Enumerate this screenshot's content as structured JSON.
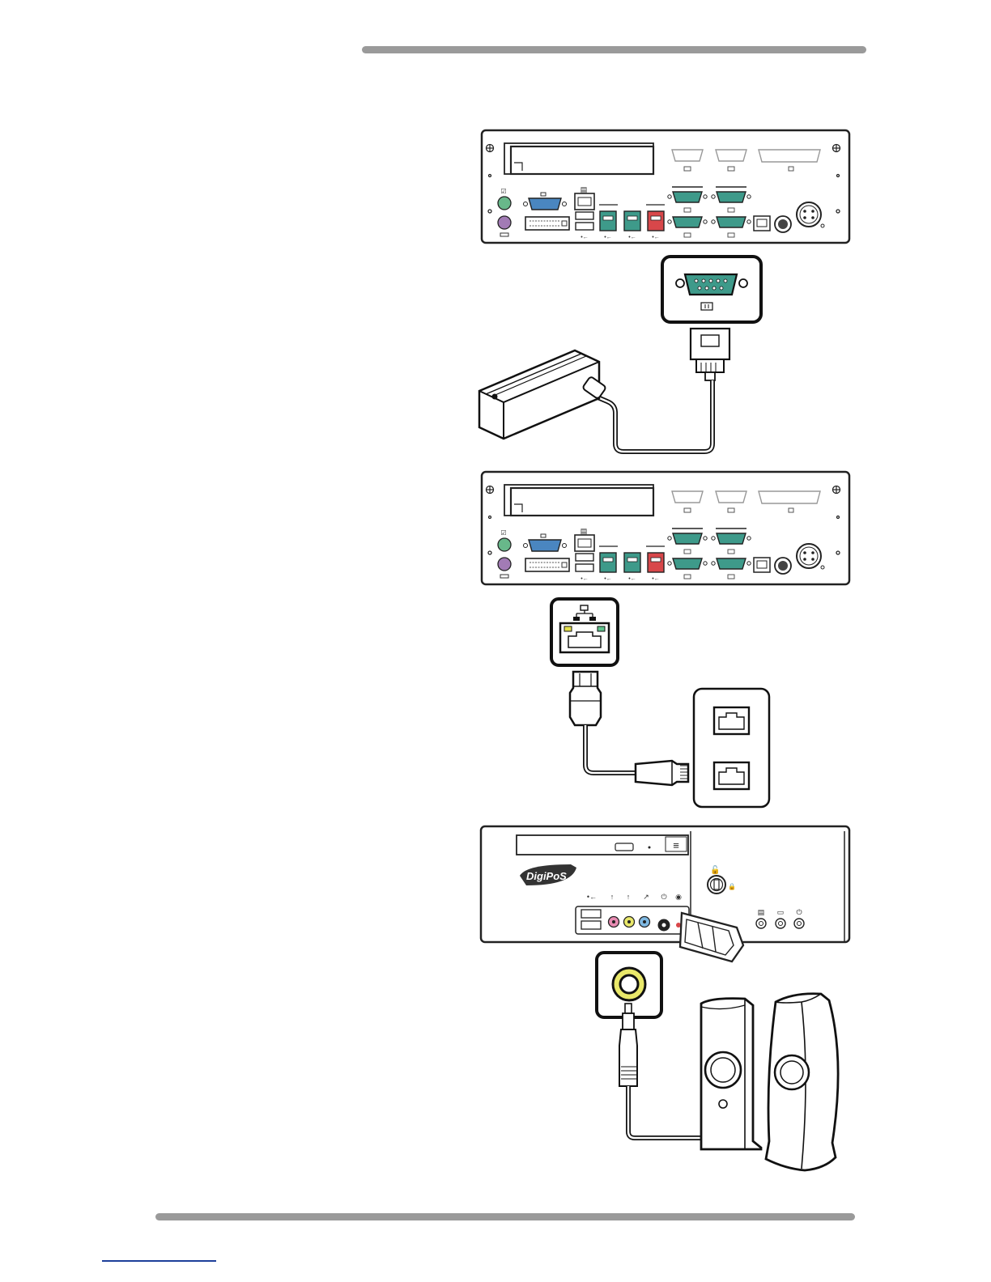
{
  "brand": {
    "logo_text": "DigiPoS"
  },
  "colors": {
    "rule_gray": "#9a9a9a",
    "serial_teal": "#3e9a8a",
    "vga_blue": "#4a86c0",
    "ps2_green": "#68b88a",
    "ps2_purple": "#a27bb5",
    "powered_usb_red": "#d8474a",
    "audio_pink": "#e88bb2",
    "audio_yellow": "#e9e86a",
    "audio_blue": "#7fb9e3",
    "lan_led_yellow": "#e4e04a",
    "lan_led_green": "#5fc38c",
    "link_blue": "#1d3f9a"
  },
  "figures": {
    "msr": {
      "items": [
        "rear-panel-io",
        "com-port-callout",
        "db9-connector",
        "magnetic-stripe-reader"
      ]
    },
    "lan": {
      "items": [
        "rear-panel-io",
        "rj45-port-callout",
        "rj45-plug",
        "network-wall-jack"
      ]
    },
    "audio": {
      "items": [
        "front-panel",
        "audio-jack-callout",
        "stereo-plug",
        "speakers"
      ]
    }
  }
}
